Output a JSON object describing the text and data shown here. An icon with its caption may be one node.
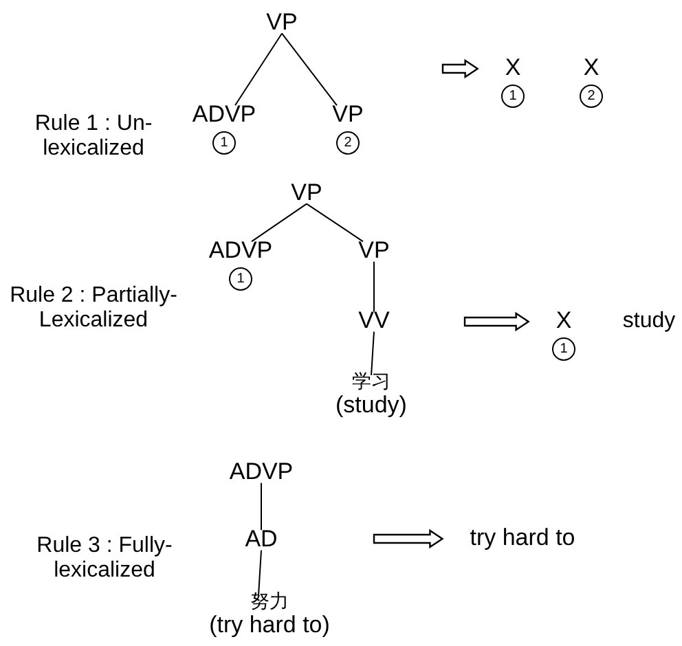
{
  "diagram": {
    "nodes": [
      {
        "text": [
          "VP"
        ]
      },
      {
        "text": [
          "ADVP"
        ],
        "beside": [
          "1"
        ]
      },
      {
        "text": [
          "VP"
        ],
        "beside": [
          "2"
        ]
      },
      {
        "text": [
          "X"
        ],
        "beside": [
          "1"
        ]
      },
      {
        "text": [
          "X"
        ],
        "beside": [
          "2"
        ]
      },
      {
        "text": [
          "VP"
        ]
      },
      {
        "text": [
          "ADVP"
        ],
        "beside": [
          "1"
        ]
      },
      {
        "text": [
          "VP"
        ]
      },
      {
        "text": [
          "VV"
        ]
      },
      {
        "text": [
          "学习",
          "(study)"
        ]
      },
      {
        "text": [
          "X"
        ],
        "beside": [
          "1"
        ]
      },
      {
        "text": [
          "ADVP"
        ]
      },
      {
        "text": [
          "AD"
        ]
      },
      {
        "text": [
          "努力",
          "(try hard to)"
        ]
      },
      {
        "text": [
          "try hard to"
        ]
      }
    ],
    "edges": [
      {
        "from": 0,
        "to": 1,
        "arrow": "none"
      },
      {
        "from": 0,
        "to": 2,
        "arrow": "none"
      },
      {
        "from": null,
        "to": 3,
        "arrow": "to"
      },
      {
        "from": 5,
        "to": 6,
        "arrow": "none"
      },
      {
        "from": 5,
        "to": 7,
        "arrow": "none"
      },
      {
        "from": 7,
        "to": 8,
        "arrow": "none"
      },
      {
        "from": 8,
        "to": 9,
        "arrow": "none"
      },
      {
        "from": null,
        "to": 10,
        "arrow": "to"
      },
      {
        "from": 11,
        "to": 12,
        "arrow": "none"
      },
      {
        "from": 12,
        "to": 13,
        "arrow": "none"
      },
      {
        "from": null,
        "to": 14,
        "arrow": "to"
      }
    ],
    "labels": [
      "Rule 1 : Un-lexicalized",
      "Rule 2 : Partially- Lexicalized",
      "study",
      "Rule 3 : Fully-lexicalized"
    ]
  }
}
